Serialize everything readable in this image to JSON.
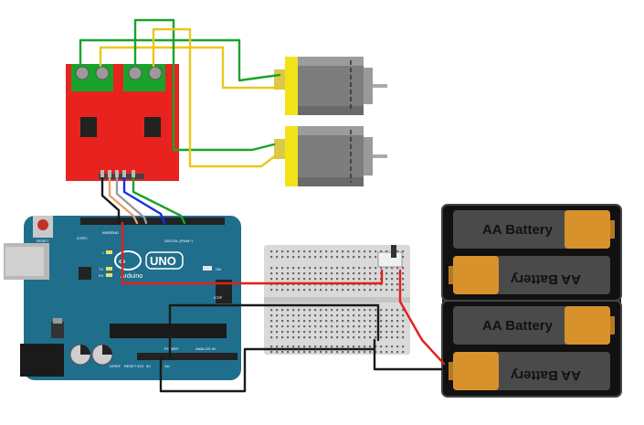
{
  "arduino": {
    "brand": "Arduino",
    "model": "UNO",
    "reset_label": "RESET",
    "icsp2_label": "ICSP2",
    "icsp_label": "ICSP",
    "digital_label": "DIGITAL (PWM~)",
    "power_label": "POWER",
    "analog_label": "ANALOG IN",
    "on_label": "ON",
    "l_label": "L",
    "tx_label": "TX",
    "rx_label": "RX",
    "aref_label": "AREF",
    "gnd_label": "GND",
    "ioref_label": "IOREF",
    "reset_pin_label": "RESET",
    "v33_label": "3V3",
    "v5_label": "5V",
    "vin_label": "Vin"
  },
  "batteries": [
    {
      "label": "AA Battery",
      "flipped": false
    },
    {
      "label": "AA Battery",
      "flipped": true
    },
    {
      "label": "AA Battery",
      "flipped": false
    },
    {
      "label": "AA Battery",
      "flipped": true
    }
  ],
  "colors": {
    "arduino_board": "#1f6e8c",
    "driver_board": "#e8231f",
    "motor_body": "#7d7d7d",
    "motor_cap": "#f2e21a",
    "wire_red": "#e0201a",
    "wire_black": "#1a1a1a",
    "wire_green": "#1aa32a",
    "wire_yellow": "#e8c81a",
    "wire_blue": "#1a2ee0",
    "battery_body": "#111111",
    "battery_gold": "#d8922c"
  }
}
